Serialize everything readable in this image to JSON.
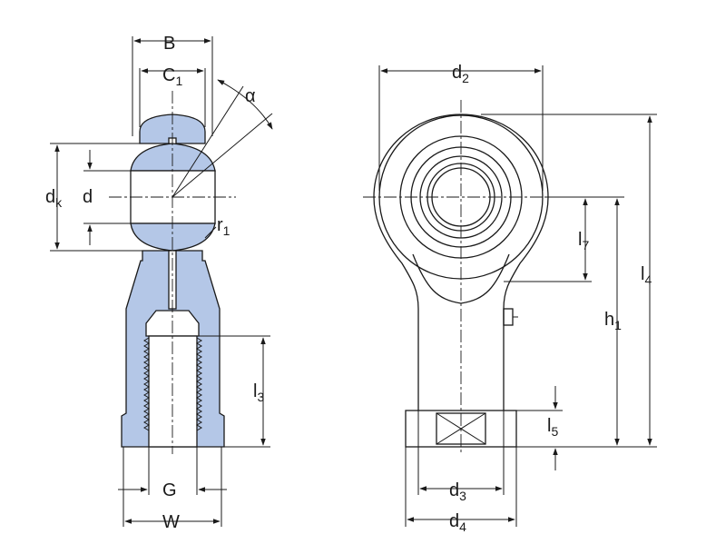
{
  "colors": {
    "section_fill": "#b4c7e7",
    "line": "#1a1a1a",
    "background": "#ffffff"
  },
  "left_view": {
    "labels": {
      "B": "B",
      "C": "C",
      "C_sub": "1",
      "alpha": "α",
      "dk": "d",
      "dk_sub": "k",
      "d": "d",
      "r": "r",
      "r_sub": "1",
      "l3": "l",
      "l3_sub": "3",
      "G": "G",
      "W": "W"
    }
  },
  "right_view": {
    "labels": {
      "d2": "d",
      "d2_sub": "2",
      "l4": "l",
      "l4_sub": "4",
      "l7": "l",
      "l7_sub": "7",
      "h1": "h",
      "h1_sub": "1",
      "l5": "l",
      "l5_sub": "5",
      "d3": "d",
      "d3_sub": "3",
      "d4": "d",
      "d4_sub": "4"
    }
  }
}
